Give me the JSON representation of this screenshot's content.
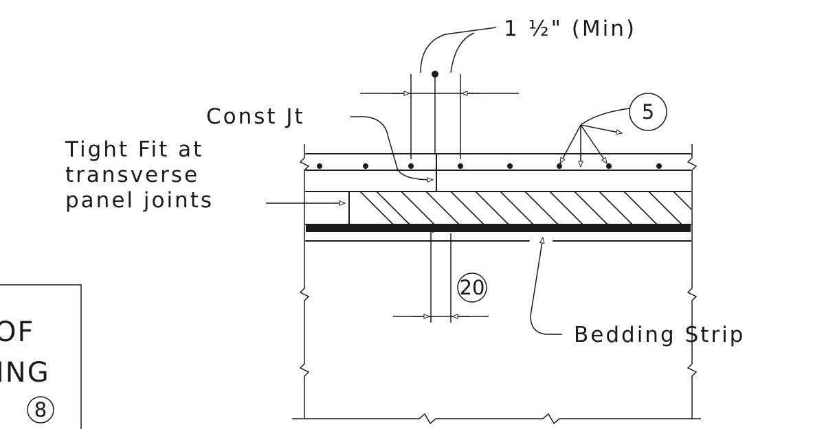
{
  "labels": {
    "dimension_min": "1 ½\" (Min)",
    "const_jt": "Const Jt",
    "tight_fit_line1": "Tight Fit at",
    "tight_fit_line2": "transverse",
    "tight_fit_line3": "panel joints",
    "bedding_strip": "Bedding Strip"
  },
  "callouts": {
    "note_5": "5",
    "note_20": "20",
    "note_8": "8"
  },
  "side_box": {
    "line1": "OF",
    "line2": "ING"
  }
}
